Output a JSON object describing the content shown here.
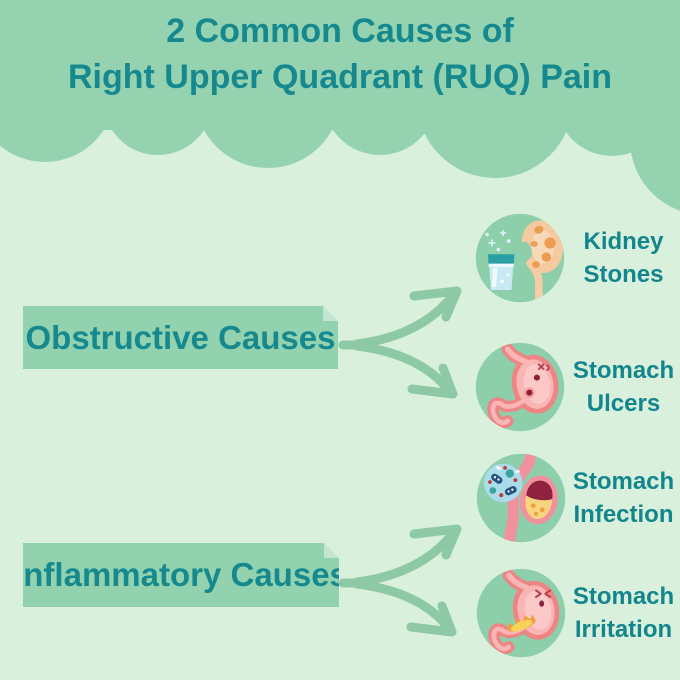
{
  "title": {
    "line1": "2 Common Causes of",
    "line2": "Right Upper Quadrant (RUQ) Pain"
  },
  "groups": [
    {
      "label": "Obstructive Causes",
      "items": [
        {
          "line1": "Kidney",
          "line2": "Stones",
          "icon": "kidney-stones-icon"
        },
        {
          "line1": "Stomach",
          "line2": "Ulcers",
          "icon": "stomach-ulcers-icon"
        }
      ]
    },
    {
      "label": "Inflammatory Causes",
      "items": [
        {
          "line1": "Stomach",
          "line2": "Infection",
          "icon": "stomach-infection-icon"
        },
        {
          "line1": "Stomach",
          "line2": "Irritation",
          "icon": "stomach-irritation-icon"
        }
      ]
    }
  ],
  "colors": {
    "header_green": "#95d3b0",
    "background": "#d9f0dd",
    "icon_circle_green": "#8ccfaa",
    "arrow_green": "#8dc9a4",
    "teal_text": "#16898e",
    "card_fill": "#92d2af",
    "card_shadow_teal": "#1d9094"
  }
}
